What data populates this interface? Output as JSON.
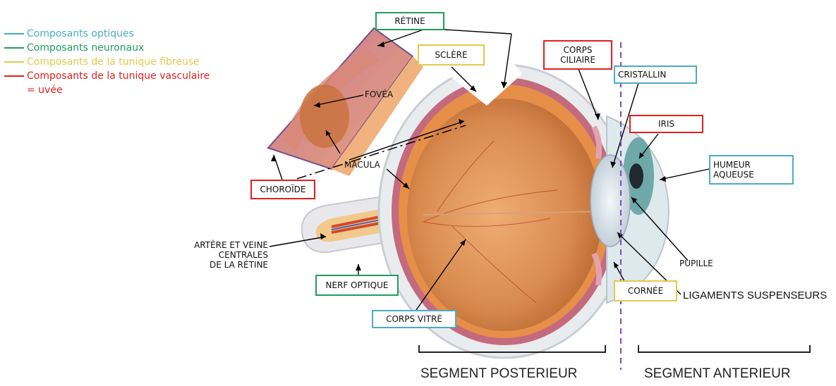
{
  "legend": {
    "items": [
      {
        "label": "Composants optiques",
        "color": "#4bacc6"
      },
      {
        "label": "Composants neuronaux",
        "color": "#1e9e5a"
      },
      {
        "label": "Composants de la tunique fibreuse",
        "color": "#e6c84a"
      },
      {
        "label": "Composants de la tunique vasculaire",
        "color": "#e02020"
      }
    ],
    "note": "= uvée"
  },
  "labels": {
    "retine": "RÉTINE",
    "sclere": "SCLÈRE",
    "corps_ciliaire_1": "CORPS",
    "corps_ciliaire_2": "CILIAIRE",
    "cristallin": "CRISTALLIN",
    "iris": "IRIS",
    "humeur_1": "HUMEUR",
    "humeur_2": "AQUEUSE",
    "fovea": "FOVÉA",
    "macula": "MACULA",
    "choroide": "CHOROÏDE",
    "artere_1": "ARTÈRE ET VEINE",
    "artere_2": "CENTRALES",
    "artere_3": "DE LA RÉTINE",
    "nerf_optique": "NERF OPTIQUE",
    "corps_vitre": "CORPS VITRÉ",
    "pupille": "PUPILLE",
    "cornee": "CORNÉE",
    "ligaments": "LIGAMENTS SUSPENSEURS",
    "segment_posterieur": "SEGMENT POSTERIEUR",
    "segment_anterieur": "SEGMENT ANTERIEUR"
  },
  "colors": {
    "optical": "#4bacc6",
    "neural": "#1e9e5a",
    "fibrous": "#e6c84a",
    "vascular": "#e02020",
    "divider": "#7a4fb0"
  }
}
